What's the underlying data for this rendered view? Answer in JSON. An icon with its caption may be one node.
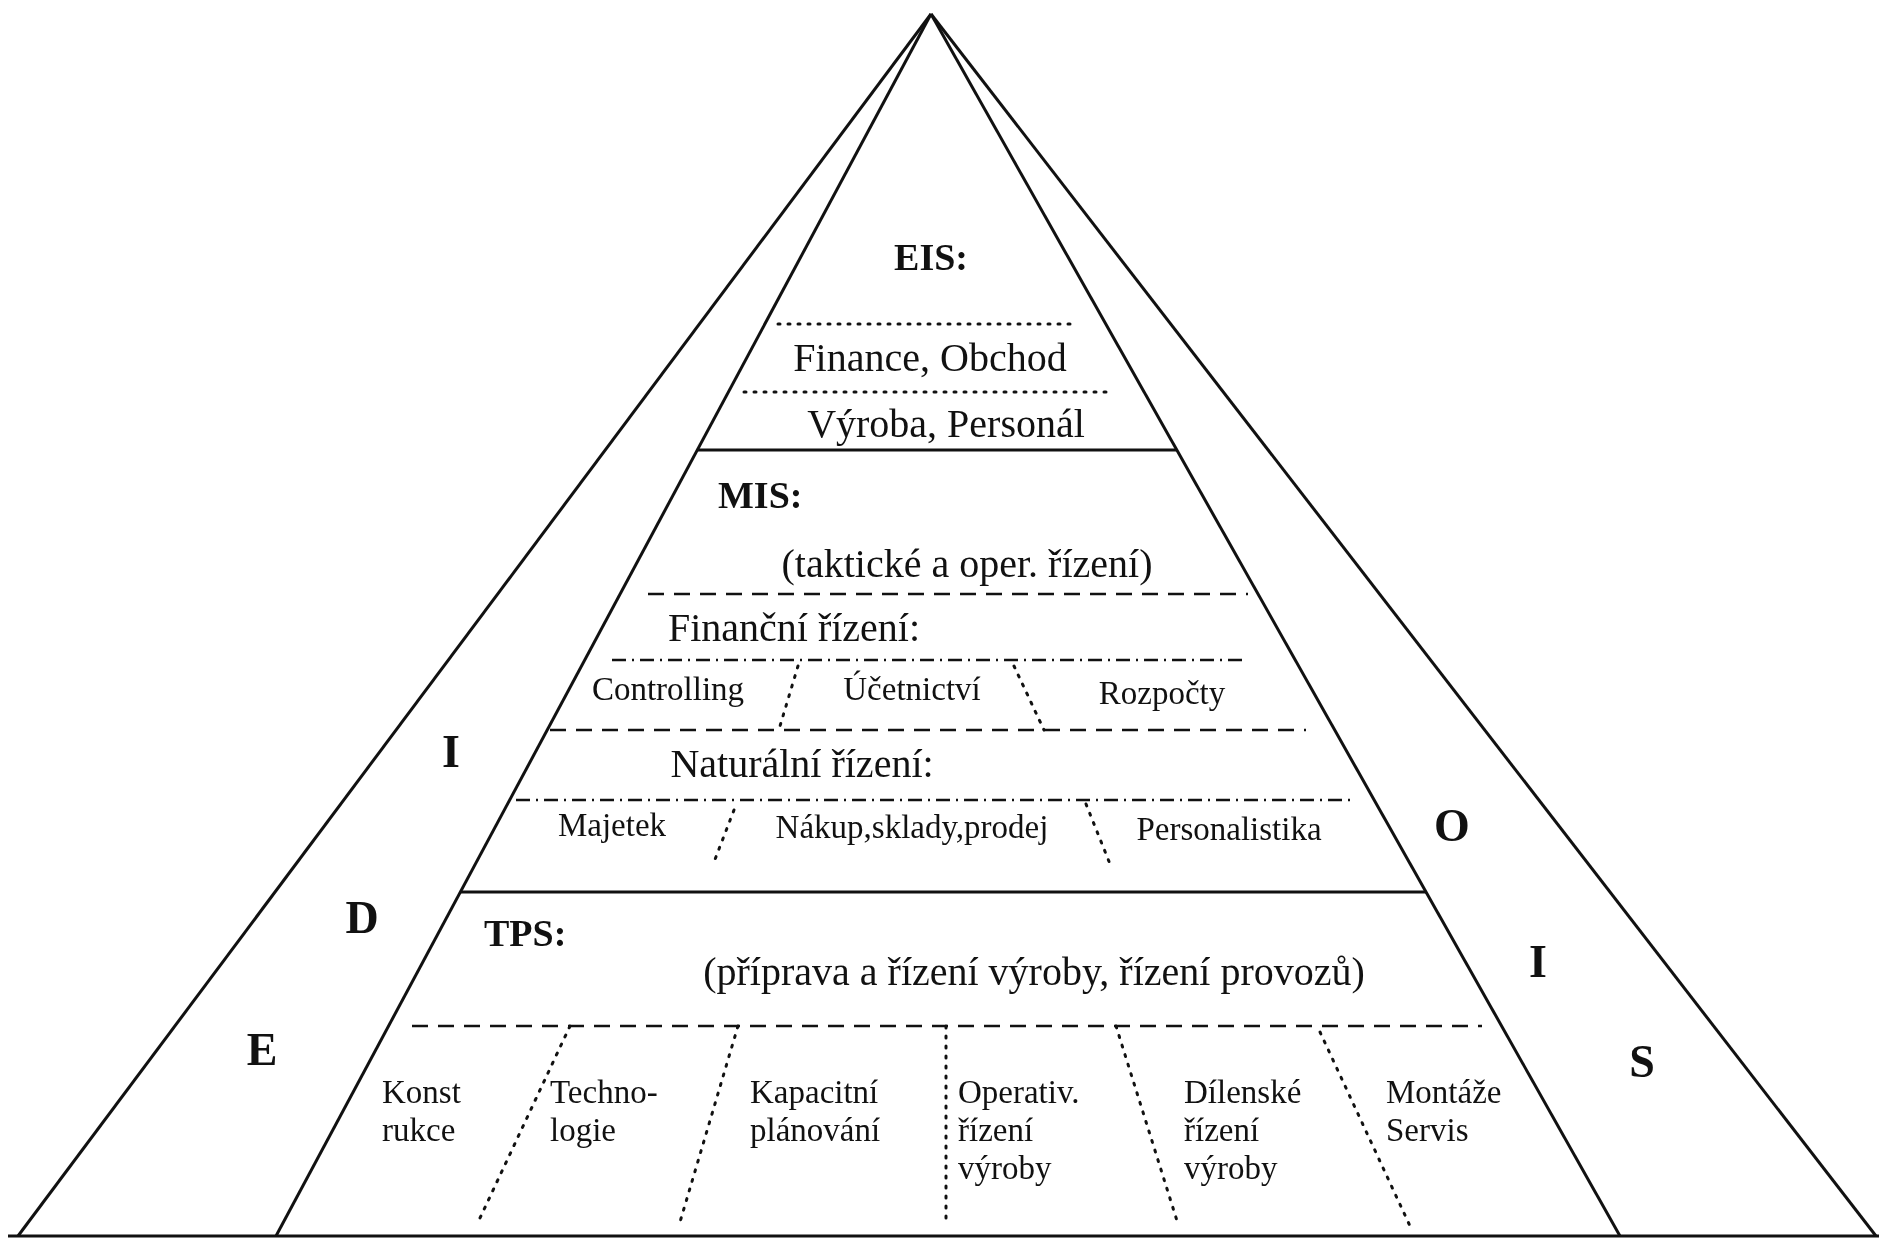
{
  "diagram": {
    "nodes": [
      {
        "text": [
          "EIS:"
        ]
      },
      {
        "text": [
          "Finance, Obchod"
        ],
        "in": 0
      },
      {
        "text": [
          "Výroba, Personál"
        ],
        "in": 0
      },
      {
        "text": [
          "MIS:",
          "(taktické a oper. řízení)"
        ]
      },
      {
        "text": [
          "Finanční řízení:"
        ],
        "in": 3
      },
      {
        "text": [
          "Controlling"
        ],
        "in": 4
      },
      {
        "text": [
          "Účetnictví"
        ],
        "in": 4
      },
      {
        "text": [
          "Rozpočty"
        ],
        "in": 4
      },
      {
        "text": [
          "Naturální řízení:"
        ],
        "in": 3
      },
      {
        "text": [
          "Majetek"
        ],
        "in": 8
      },
      {
        "text": [
          "Nákup,sklady,prodej"
        ],
        "in": 8
      },
      {
        "text": [
          "Personalistika"
        ],
        "in": 8
      },
      {
        "text": [
          "TPS:",
          "(příprava a řízení výroby, řízení provozů)"
        ]
      },
      {
        "text": [
          "Konst rukce"
        ],
        "in": 12
      },
      {
        "text": [
          "Techno- logie"
        ],
        "in": 12
      },
      {
        "text": [
          "Kapacitní plánování"
        ],
        "in": 12
      },
      {
        "text": [
          "Operativ. řízení výroby"
        ],
        "in": 12
      },
      {
        "text": [
          "Dílenské řízení výroby"
        ],
        "in": 12
      },
      {
        "text": [
          "Montáže Servis"
        ],
        "in": 12
      }
    ],
    "labels": [
      "E",
      "D",
      "I",
      "O",
      "I",
      "S"
    ]
  }
}
